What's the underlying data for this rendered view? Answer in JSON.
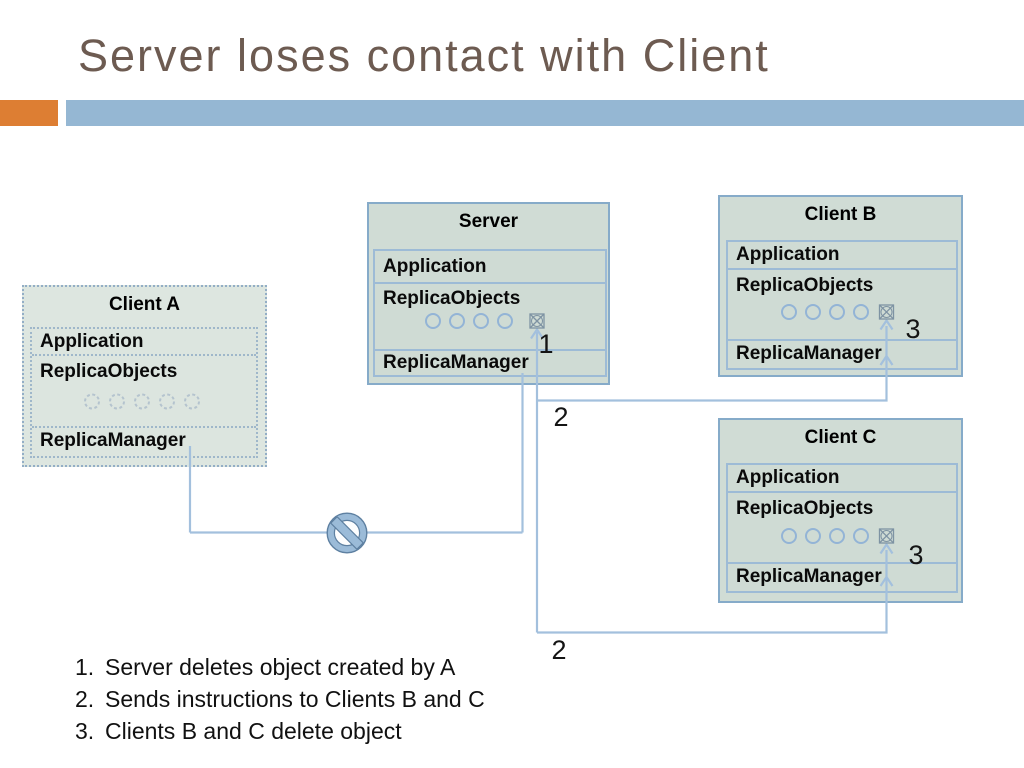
{
  "slide": {
    "title": "Server loses contact with Client"
  },
  "theme": {
    "accent_orange": "#dd7e33",
    "accent_blue": "#95b7d3",
    "box_fill": "#d0dcd5",
    "box_border": "#86abc9",
    "connector": "#a3c0dd",
    "title_color": "#6d5b51"
  },
  "boxes": {
    "server": {
      "title": "Server",
      "sections": {
        "app": "Application",
        "objects": "ReplicaObjects",
        "manager": "ReplicaManager"
      },
      "replica_circles": 4,
      "deleted_object": true,
      "disconnected": false
    },
    "client_a": {
      "title": "Client A",
      "sections": {
        "app": "Application",
        "objects": "ReplicaObjects",
        "manager": "ReplicaManager"
      },
      "replica_circles": 5,
      "deleted_object": false,
      "disconnected": true
    },
    "client_b": {
      "title": "Client B",
      "sections": {
        "app": "Application",
        "objects": "ReplicaObjects",
        "manager": "ReplicaManager"
      },
      "replica_circles": 4,
      "deleted_object": true,
      "disconnected": false
    },
    "client_c": {
      "title": "Client C",
      "sections": {
        "app": "Application",
        "objects": "ReplicaObjects",
        "manager": "ReplicaManager"
      },
      "replica_circles": 4,
      "deleted_object": true,
      "disconnected": false
    }
  },
  "step_labels": {
    "one": "1",
    "two_top": "2",
    "two_bottom": "2",
    "three_b": "3",
    "three_c": "3"
  },
  "icons": {
    "no_entry": "no-entry-sign",
    "deleted_object": "crossed-square"
  },
  "notes": [
    {
      "num": "1.",
      "text": "Server deletes object created by A"
    },
    {
      "num": "2.",
      "text": "Sends instructions to Clients B and C"
    },
    {
      "num": "3.",
      "text": "Clients B and C delete object"
    }
  ]
}
